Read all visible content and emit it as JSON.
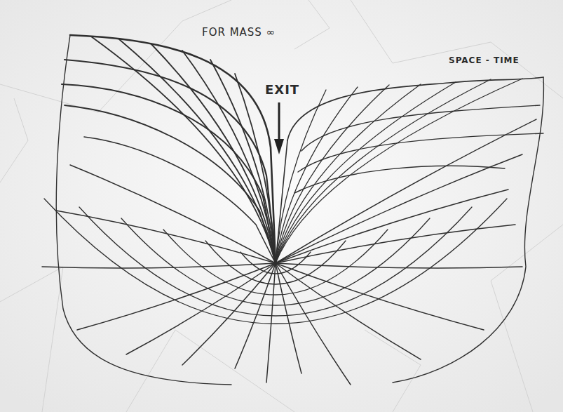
{
  "diagram": {
    "labels": [
      "FOR MASS ∞",
      "EXIT",
      "SPACE - TIME"
    ]
  }
}
